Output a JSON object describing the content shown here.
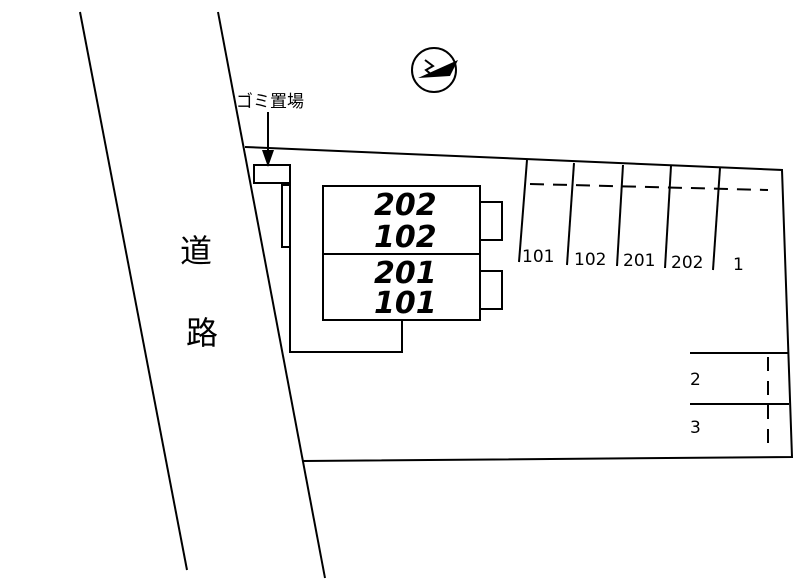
{
  "road": {
    "char_1": "道",
    "char_2": "路"
  },
  "garbage": {
    "label": "ゴミ置場"
  },
  "building": {
    "upper_floor": "202",
    "upper_ground": "102",
    "lower_floor": "201",
    "lower_ground": "101"
  },
  "parking_top": [
    "101",
    "102",
    "201",
    "202",
    "1"
  ],
  "parking_right": [
    "2",
    "3"
  ],
  "icons": {
    "compass": "north-arrow-icon"
  },
  "colors": {
    "line": "#000000",
    "background": "#ffffff"
  }
}
